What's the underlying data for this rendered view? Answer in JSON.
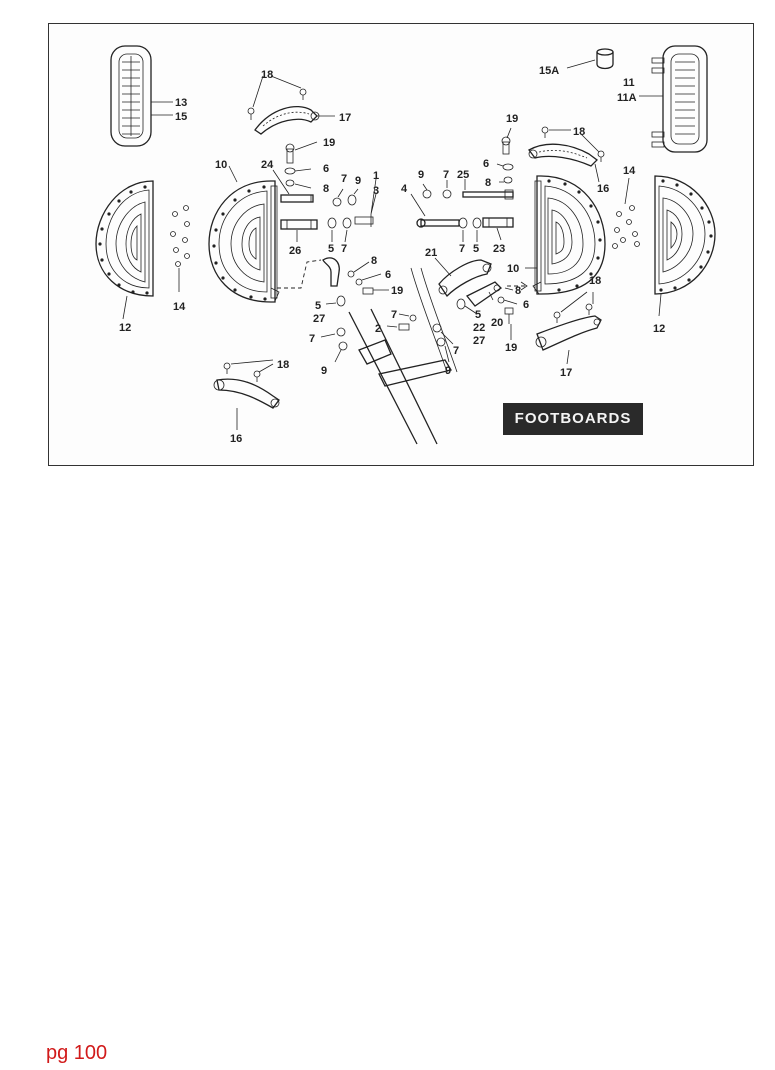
{
  "diagram": {
    "title": "FOOTBOARDS",
    "callouts": [
      {
        "id": "c18a",
        "text": "18"
      },
      {
        "id": "c17a",
        "text": "17"
      },
      {
        "id": "c13",
        "text": "13"
      },
      {
        "id": "c15",
        "text": "15"
      },
      {
        "id": "c19a",
        "text": "19"
      },
      {
        "id": "c6a",
        "text": "6"
      },
      {
        "id": "c8a",
        "text": "8"
      },
      {
        "id": "c24",
        "text": "24"
      },
      {
        "id": "c10a",
        "text": "10"
      },
      {
        "id": "c7a",
        "text": "7"
      },
      {
        "id": "c9a",
        "text": "9"
      },
      {
        "id": "c1",
        "text": "1"
      },
      {
        "id": "c3",
        "text": "3"
      },
      {
        "id": "c26",
        "text": "26"
      },
      {
        "id": "c5a",
        "text": "5"
      },
      {
        "id": "c7b",
        "text": "7"
      },
      {
        "id": "c14a",
        "text": "14"
      },
      {
        "id": "c12a",
        "text": "12"
      },
      {
        "id": "c8b",
        "text": "8"
      },
      {
        "id": "c6b",
        "text": "6"
      },
      {
        "id": "c19b",
        "text": "19"
      },
      {
        "id": "c5b",
        "text": "5"
      },
      {
        "id": "c27a",
        "text": "27"
      },
      {
        "id": "c7c",
        "text": "7"
      },
      {
        "id": "c2",
        "text": "2"
      },
      {
        "id": "c7d",
        "text": "7"
      },
      {
        "id": "c9b",
        "text": "9"
      },
      {
        "id": "c18b",
        "text": "18"
      },
      {
        "id": "c16a",
        "text": "16"
      },
      {
        "id": "c4",
        "text": "4"
      },
      {
        "id": "c9c",
        "text": "9"
      },
      {
        "id": "c7e",
        "text": "7"
      },
      {
        "id": "c25",
        "text": "25"
      },
      {
        "id": "c7f",
        "text": "7"
      },
      {
        "id": "c5c",
        "text": "5"
      },
      {
        "id": "c23",
        "text": "23"
      },
      {
        "id": "c21",
        "text": "21"
      },
      {
        "id": "c5d",
        "text": "5"
      },
      {
        "id": "c22",
        "text": "22"
      },
      {
        "id": "c27b",
        "text": "27"
      },
      {
        "id": "c20",
        "text": "20"
      },
      {
        "id": "c19c",
        "text": "19"
      },
      {
        "id": "c7g",
        "text": "7"
      },
      {
        "id": "c9d",
        "text": "9"
      },
      {
        "id": "c19d",
        "text": "19"
      },
      {
        "id": "c6c",
        "text": "6"
      },
      {
        "id": "c8c",
        "text": "8"
      },
      {
        "id": "c18c",
        "text": "18"
      },
      {
        "id": "c16b",
        "text": "16"
      },
      {
        "id": "c10b",
        "text": "10"
      },
      {
        "id": "c8d",
        "text": "8"
      },
      {
        "id": "c6d",
        "text": "6"
      },
      {
        "id": "c18d",
        "text": "18"
      },
      {
        "id": "c17b",
        "text": "17"
      },
      {
        "id": "c15a",
        "text": "15A"
      },
      {
        "id": "c11",
        "text": "11"
      },
      {
        "id": "c11a",
        "text": "11A"
      },
      {
        "id": "c14b",
        "text": "14"
      },
      {
        "id": "c12b",
        "text": "12"
      }
    ]
  },
  "page": {
    "number": "pg 100"
  }
}
